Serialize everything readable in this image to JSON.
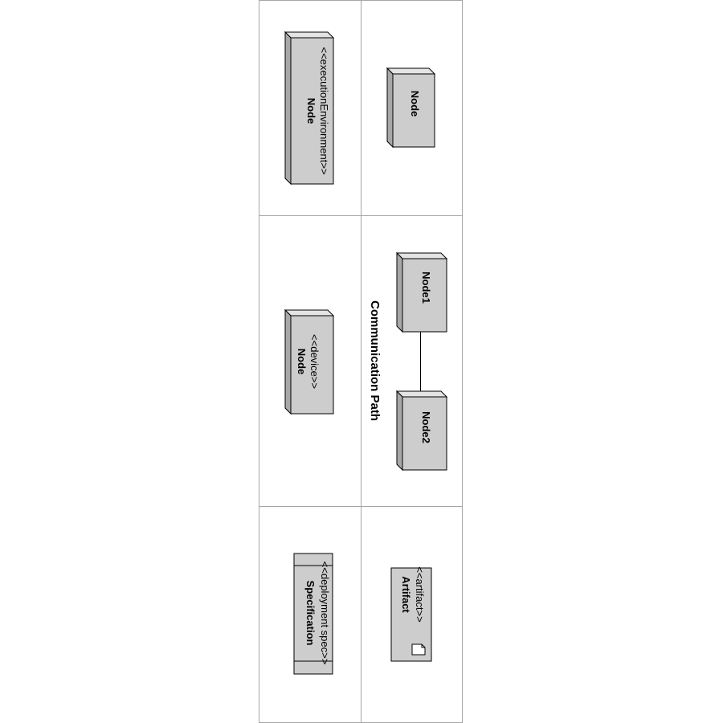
{
  "execution_environment": {
    "stereotype": "<<executionEnvironment>>",
    "name": "Node"
  },
  "node": {
    "name": "Node"
  },
  "device": {
    "stereotype": "<<device>>",
    "name": "Node"
  },
  "communication_path": {
    "title": "Communication Path",
    "node1": "Node1",
    "node2": "Node2"
  },
  "deployment_spec": {
    "stereotype": "<<deployment spec>>",
    "name": "Specification"
  },
  "artifact": {
    "stereotype": "<<artifact>>",
    "name": "Artifact"
  }
}
